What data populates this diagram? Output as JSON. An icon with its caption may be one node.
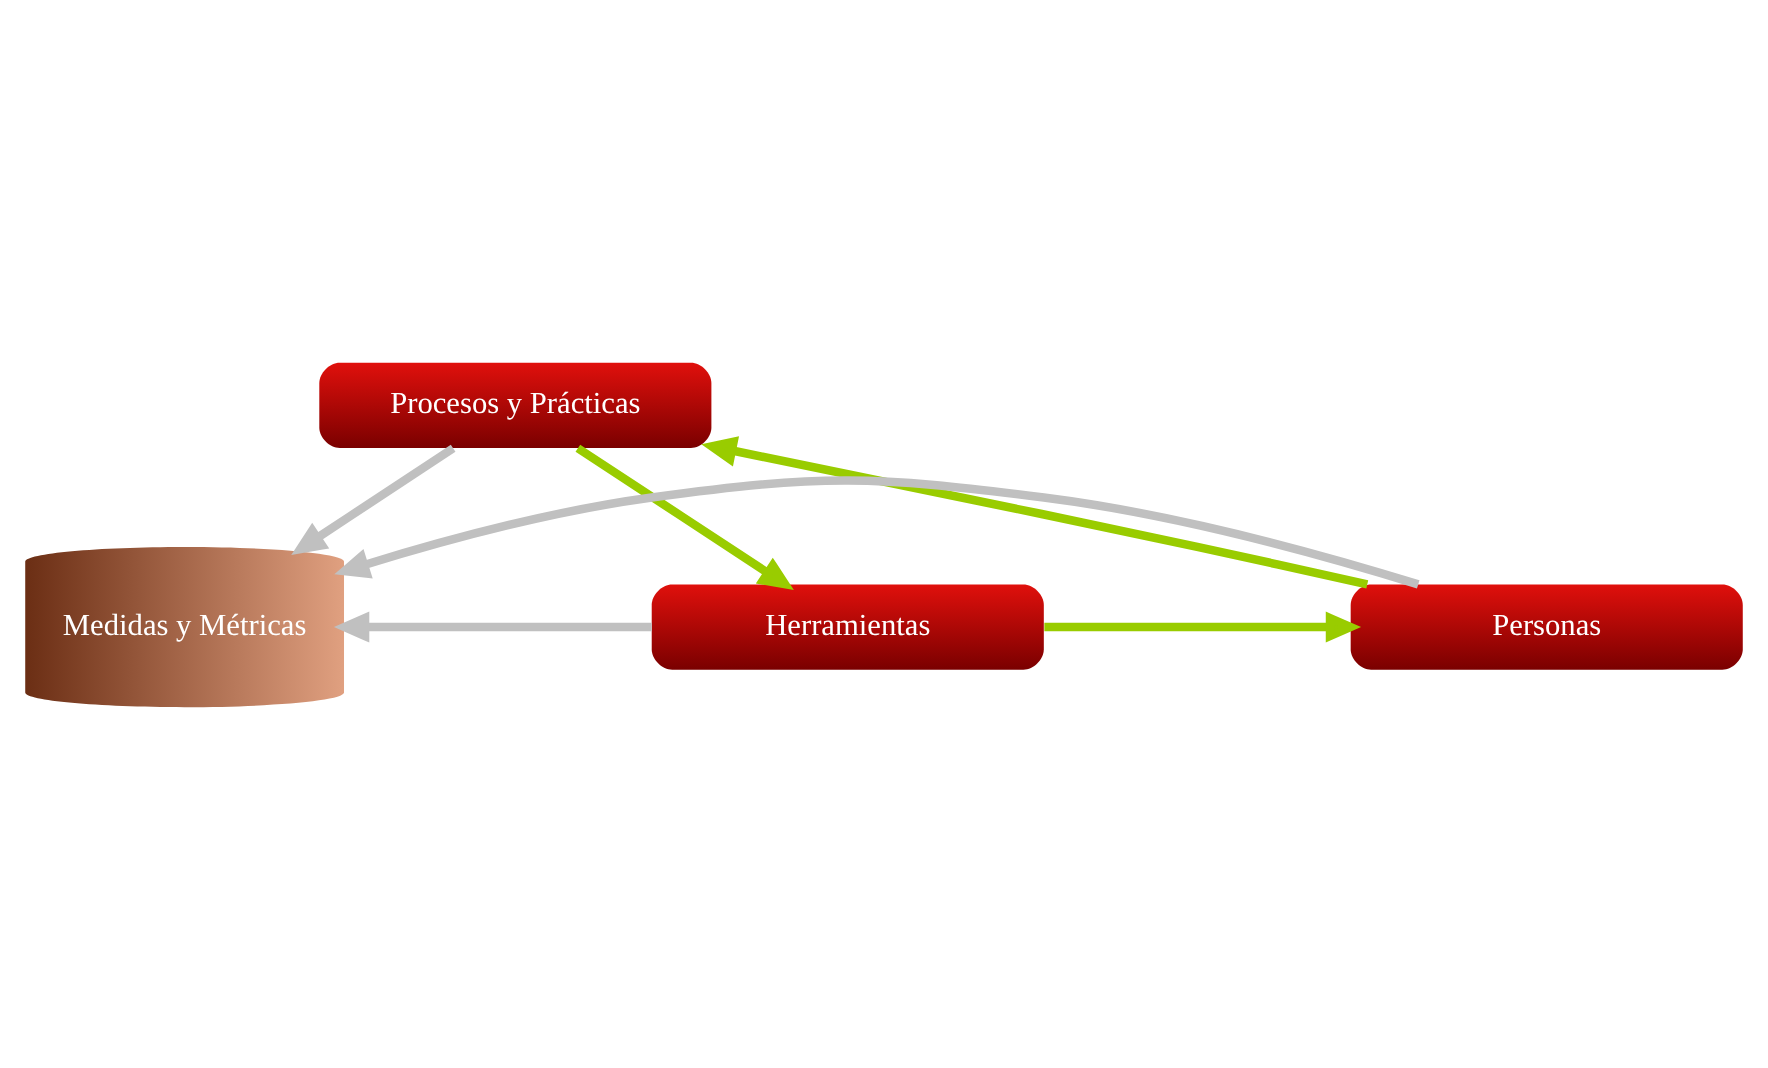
{
  "diagram": {
    "nodes": [
      {
        "text": [
          "Procesos y Prácticas"
        ]
      },
      {
        "text": [
          "Medidas y Métricas"
        ]
      },
      {
        "text": [
          "Herramientas"
        ]
      },
      {
        "text": [
          "Personas"
        ]
      }
    ],
    "edges": [
      {
        "from": 0,
        "to": 2,
        "arrow": "to",
        "color": "#99cc00"
      },
      {
        "from": 2,
        "to": 3,
        "arrow": "to",
        "color": "#99cc00"
      },
      {
        "from": 3,
        "to": 0,
        "arrow": "to",
        "color": "#99cc00"
      },
      {
        "from": 0,
        "to": 1,
        "arrow": "to",
        "color": "#c0c0c0"
      },
      {
        "from": 2,
        "to": 1,
        "arrow": "to",
        "color": "#c0c0c0"
      },
      {
        "from": 3,
        "to": 1,
        "arrow": "to",
        "color": "#c0c0c0"
      }
    ]
  }
}
